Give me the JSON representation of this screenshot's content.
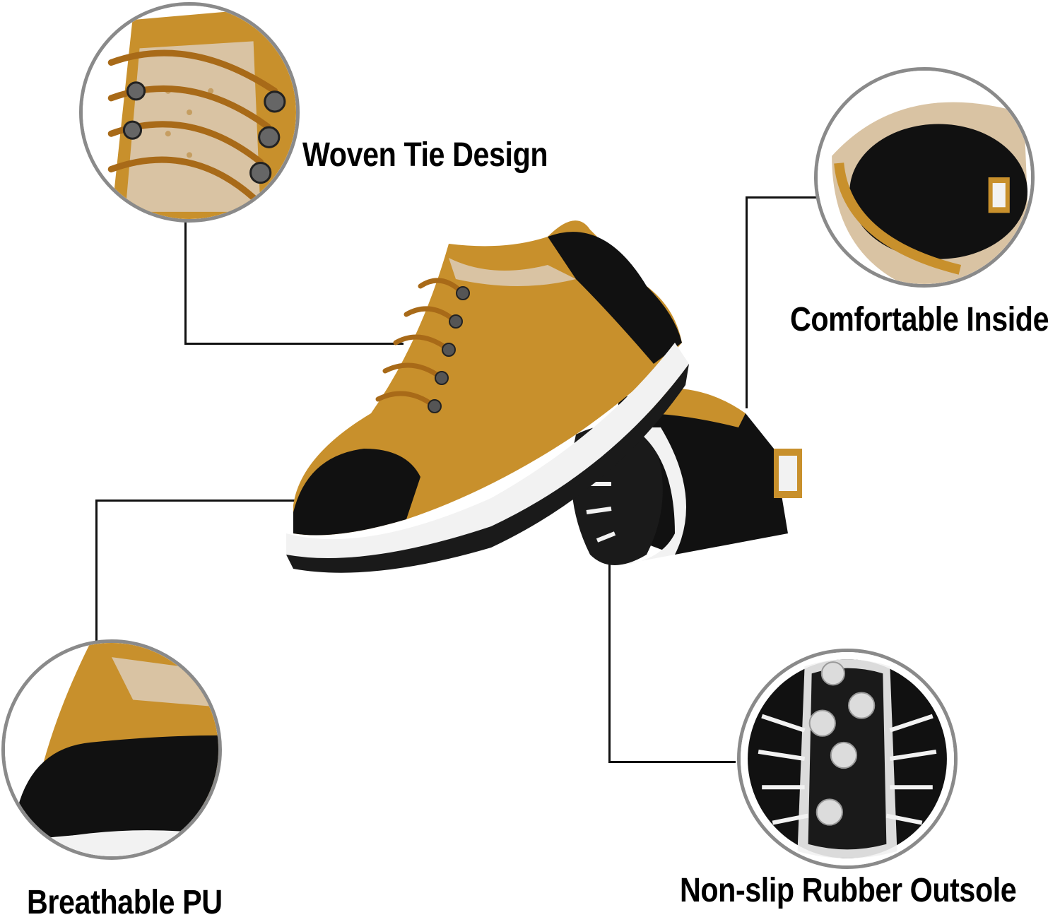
{
  "features": {
    "woven_tie": {
      "label": "Woven Tie Design",
      "icon": "laces-closeup-icon"
    },
    "comfortable": {
      "label": "Comfortable Inside",
      "icon": "insole-closeup-icon"
    },
    "breathable": {
      "label": "Breathable PU",
      "icon": "toe-cap-closeup-icon"
    },
    "outsole": {
      "label": "Non-slip Rubber Outsole",
      "icon": "outsole-tread-icon"
    }
  },
  "colors": {
    "leather": "#c8902c",
    "black": "#111111",
    "sole_white": "#f2f2f2",
    "mesh_beige": "#d9c3a3",
    "ring_gray": "#8a8a8a"
  }
}
